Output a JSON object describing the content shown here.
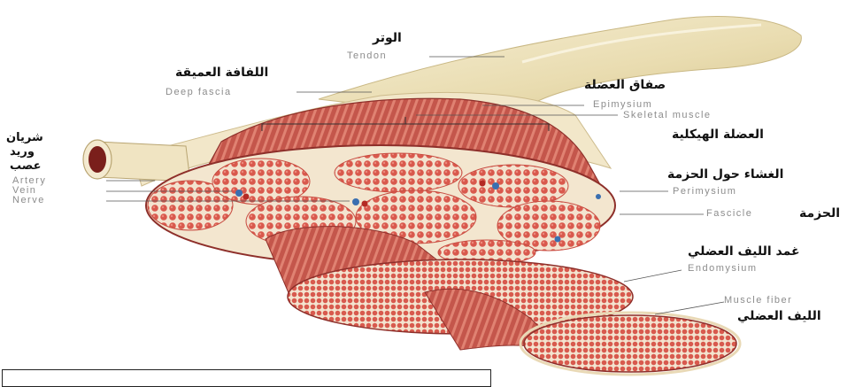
{
  "labels": {
    "tendon_ar": "الوتر",
    "tendon_en": "Tendon",
    "deep_fascia_ar": "اللفافة العميقة",
    "deep_fascia_en": "Deep fascia",
    "epimysium_ar": "صفاق العضلة",
    "epimysium_en": "Epimysium",
    "skeletal_muscle_en": "Skeletal muscle",
    "skeletal_muscle_ar": "العضلة الهيكلية",
    "perimysium_ar": "الغشاء حول الحزمة",
    "perimysium_en": "Perimysium",
    "fascicle_en": "Fascicle",
    "fascicle_ar": "الحزمة",
    "endomysium_ar": "غمد الليف العضلي",
    "endomysium_en": "Endomysium",
    "muscle_fiber_en": "Muscle fiber",
    "muscle_fiber_ar": "الليف العضلي",
    "artery_ar": "شريان",
    "vein_ar": "وريد",
    "nerve_ar": "عصب",
    "artery_en": "Artery",
    "vein_en": "Vein",
    "nerve_en": "Nerve"
  },
  "colors": {
    "muscle": "#c0504a",
    "muscle_dark": "#8e2f2a",
    "fascicle_fill": "#d9594d",
    "fascia": "#f1e6c8",
    "tendon": "#efe6c2",
    "vessel_blue": "#3a6fb0",
    "vessel_red": "#b42a24"
  }
}
